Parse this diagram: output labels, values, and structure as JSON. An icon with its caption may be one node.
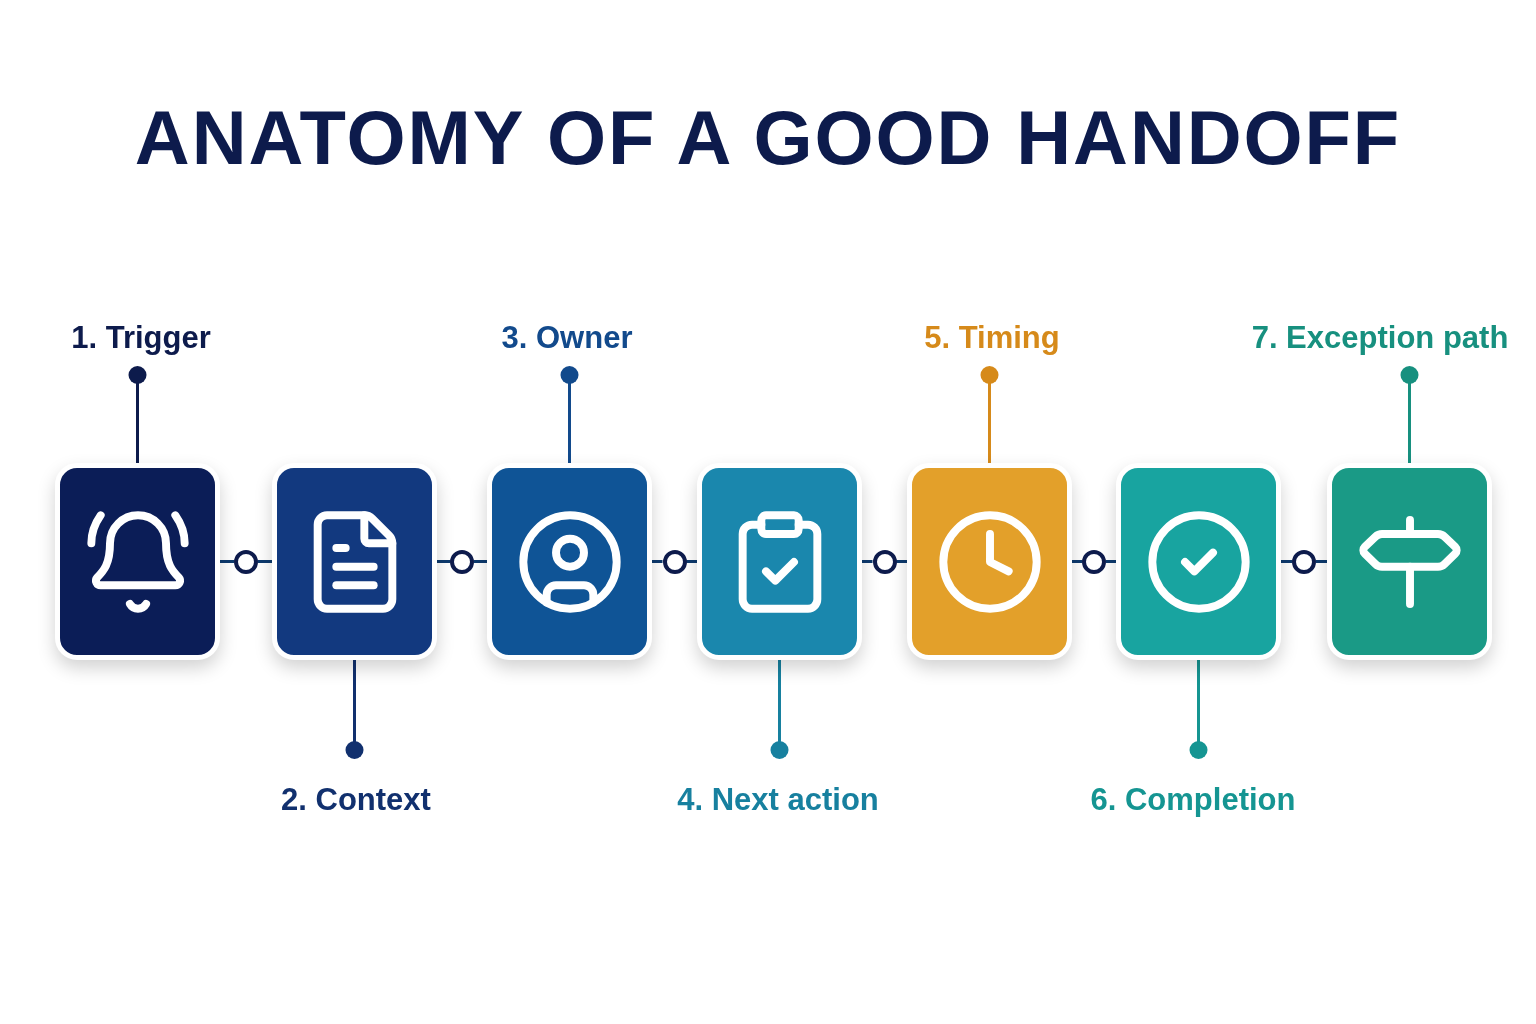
{
  "diagram": {
    "title": "ANATOMY OF A GOOD HANDOFF",
    "nodes": [
      {
        "text": [],
        "shape": "box"
      },
      {
        "text": [],
        "shape": "box"
      },
      {
        "text": [],
        "shape": "box"
      },
      {
        "text": [],
        "shape": "box"
      },
      {
        "text": [],
        "shape": "box"
      },
      {
        "text": [],
        "shape": "box"
      },
      {
        "text": [],
        "shape": "box"
      },
      {
        "text": [
          "1. Trigger"
        ]
      },
      {
        "text": [
          "2. Context"
        ]
      },
      {
        "text": [
          "3. Owner"
        ]
      },
      {
        "text": [
          "4. Next action"
        ]
      },
      {
        "text": [
          "5. Timing"
        ]
      },
      {
        "text": [
          "6. Completion"
        ]
      },
      {
        "text": [
          "7. Exception path"
        ]
      },
      {
        "text": [],
        "shape": "circle"
      },
      {
        "text": [],
        "shape": "circle"
      },
      {
        "text": [],
        "shape": "circle"
      },
      {
        "text": [],
        "shape": "circle"
      },
      {
        "text": [],
        "shape": "circle"
      },
      {
        "text": [],
        "shape": "circle"
      }
    ],
    "edges": [
      {
        "from": 0,
        "to": 14,
        "arrow": "none"
      },
      {
        "from": 14,
        "to": 1,
        "arrow": "none"
      },
      {
        "from": 1,
        "to": 15,
        "arrow": "none"
      },
      {
        "from": 15,
        "to": 2,
        "arrow": "none"
      },
      {
        "from": 2,
        "to": 16,
        "arrow": "none"
      },
      {
        "from": 16,
        "to": 3,
        "arrow": "none"
      },
      {
        "from": 3,
        "to": 17,
        "arrow": "none"
      },
      {
        "from": 17,
        "to": 4,
        "arrow": "none"
      },
      {
        "from": 4,
        "to": 18,
        "arrow": "none"
      },
      {
        "from": 18,
        "to": 5,
        "arrow": "none"
      },
      {
        "from": 5,
        "to": 19,
        "arrow": "none"
      },
      {
        "from": 19,
        "to": 6,
        "arrow": "none"
      },
      {
        "from": 7,
        "to": 0,
        "arrow": "other",
        "color": "#0d1b4c"
      },
      {
        "from": 8,
        "to": 1,
        "arrow": "other",
        "color": "#11306e"
      },
      {
        "from": 9,
        "to": 2,
        "arrow": "other",
        "color": "#124a8c"
      },
      {
        "from": 10,
        "to": 3,
        "arrow": "other",
        "color": "#17809f"
      },
      {
        "from": 11,
        "to": 4,
        "arrow": "other",
        "color": "#d68a1a"
      },
      {
        "from": 12,
        "to": 5,
        "arrow": "other",
        "color": "#159592"
      },
      {
        "from": 13,
        "to": 6,
        "arrow": "other",
        "color": "#17907f"
      }
    ]
  }
}
